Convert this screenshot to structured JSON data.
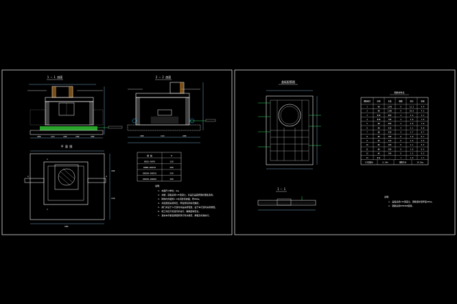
{
  "colors": {
    "background": "#000000",
    "frame": "#ffffff",
    "outline": "#ffffff",
    "concrete": "#f0f0a0",
    "rebar": "#ff3030",
    "dimension": "#9ad8ff",
    "leader": "#30e060",
    "gravel": "#30c030",
    "text": "#ffffff",
    "table_line": "#ffffff"
  },
  "left_sheet": {
    "section_1_title": "1 — 1 剖面",
    "section_2_title": "2 — 2 剖面",
    "plan_title": "平 面 图",
    "section_1_dims": [
      "200",
      "110",
      "100",
      "100",
      "200"
    ],
    "section_2_dims": [
      "100",
      "110",
      "200"
    ],
    "plan_dims": [
      "580",
      "100",
      "130"
    ],
    "marks": [
      "1",
      "1",
      "2",
      "2"
    ],
    "spec_table": {
      "headers": [
        "规 格",
        "H"
      ],
      "rows": [
        [
          "DN25~DN70",
          "150"
        ],
        [
          "DN80~DN150",
          "200"
        ],
        [
          "DN200~DN250",
          "250"
        ],
        [
          "DN300~DN400",
          "300"
        ]
      ]
    },
    "notes_title": "说明：",
    "notes": [
      "1. 本图尺寸单位：mm。",
      "2. 井壁、底板采用C25混凝土，井盖及盖座按国标图集选用。",
      "3. 砌体内外壁用1:2水泥砂浆抹面，厚20mm。",
      "4. 井底垫层采用碎石，厚度按实际情况确定。",
      "5. 阀门井设于人行道时井盖采用轻型，设于车行道时采用重型。",
      "6. 施工时应与管道同步进行，确保结构安全。",
      "7. 其余未尽事宜按国家现行有关规范、规程及标准执行。"
    ]
  },
  "right_sheet": {
    "cover_plan_title": "盖板配筋图",
    "section_title": "1 — 1",
    "rebar_table_title": "钢筋材料表",
    "rebar_table": {
      "headers": [
        "钢筋编号",
        "直径",
        "长度",
        "根数",
        "总长",
        "重量"
      ],
      "rows": [
        [
          "1",
          "Φ8",
          "1240",
          "9",
          "11.2",
          "4.4"
        ],
        [
          "2",
          "Φ8",
          "1180",
          "9",
          "10.6",
          "4.2"
        ],
        [
          "3",
          "Φ10",
          "860",
          "4",
          "3.4",
          "2.1"
        ],
        [
          "4",
          "Φ10",
          "760",
          "4",
          "3.0",
          "1.9"
        ],
        [
          "5",
          "Φ8",
          "660",
          "4",
          "2.6",
          "1.0"
        ],
        [
          "6",
          "Φ8",
          "520",
          "4",
          "2.1",
          "0.8"
        ],
        [
          "7",
          "Φ8",
          "420",
          "4",
          "1.7",
          "0.7"
        ],
        [
          "8",
          "Φ6",
          "380",
          "8",
          "3.0",
          "0.7"
        ],
        [
          "9",
          "Φ6",
          "320",
          "8",
          "2.6",
          "0.6"
        ],
        [
          "10",
          "Φ6",
          "260",
          "8",
          "2.1",
          "0.5"
        ],
        [
          "11",
          "Φ6",
          "200",
          "8",
          "1.6",
          "0.4"
        ],
        [
          "12",
          "Φ6",
          "160",
          "8",
          "1.3",
          "0.3"
        ],
        [
          "13",
          "Φ12",
          "—",
          "1",
          "1.9",
          "1.7"
        ]
      ],
      "total_row": [
        "C25混凝土",
        "0.14m³",
        "钢筋合计",
        "19.3kg"
      ]
    },
    "notes_title": "说明：",
    "notes": [
      "1. 盖板采用C25混凝土，钢筋保护层厚度20mm。",
      "2. 钢筋采用HPB300级钢。"
    ]
  }
}
